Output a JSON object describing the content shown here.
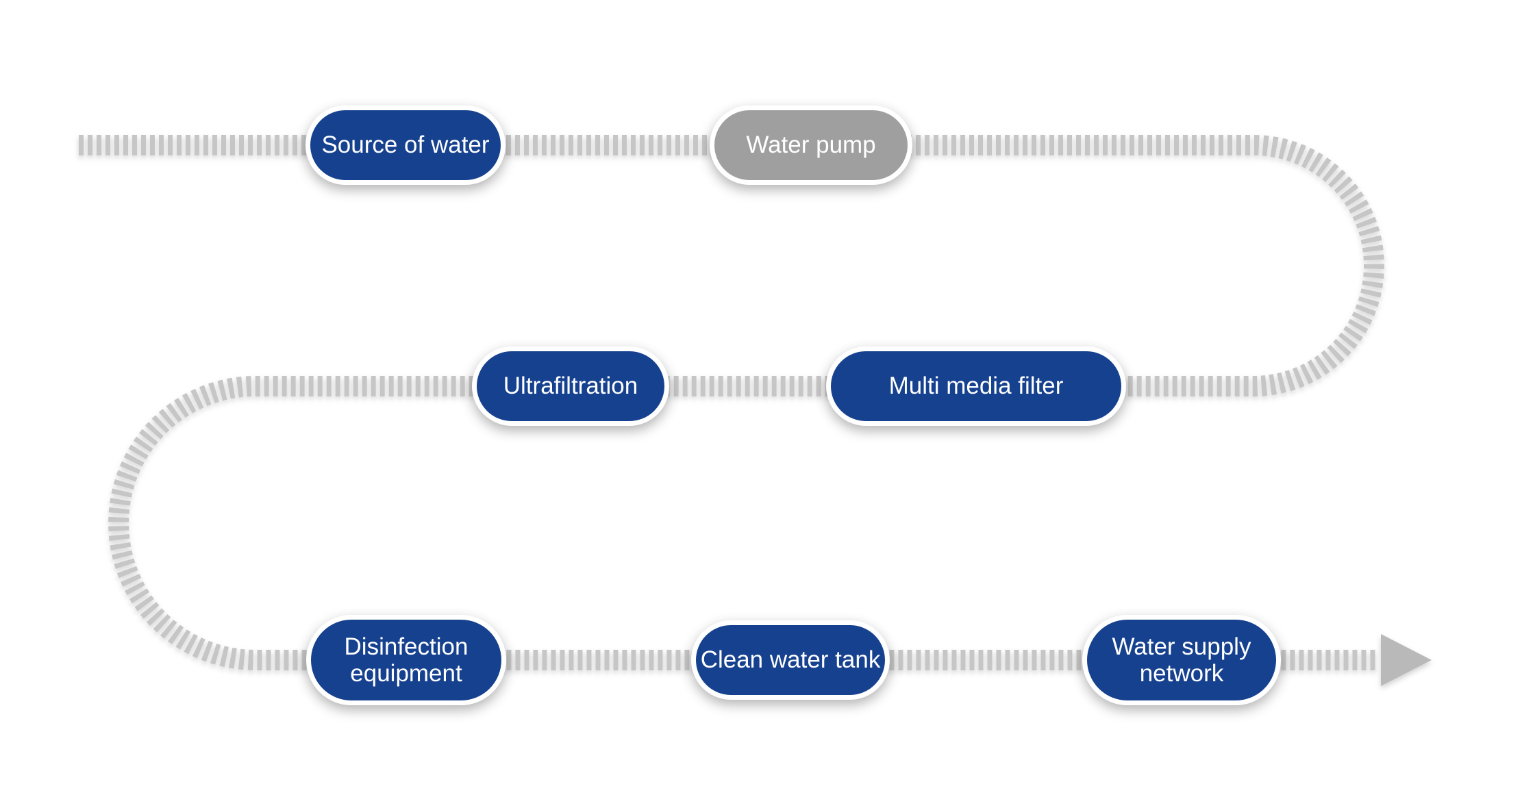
{
  "diagram": {
    "name": "water-treatment-process-flow",
    "colors": {
      "node_primary": "#16418f",
      "node_inactive": "#9f9f9f",
      "node_border": "#ffffff",
      "path": "#c6c6c6",
      "arrow": "#b9b9b9",
      "text": "#ffffff",
      "background": "#ffffff"
    },
    "path_style": "striped-dashed-ribbon",
    "arrow": "right-arrowhead",
    "nodes": [
      {
        "label": "Source of water",
        "variant": "primary"
      },
      {
        "label": "Water pump",
        "variant": "gray"
      },
      {
        "label": "Multi media filter",
        "variant": "primary"
      },
      {
        "label": "Ultrafiltration",
        "variant": "primary"
      },
      {
        "label": "Disinfection equipment",
        "variant": "primary"
      },
      {
        "label": "Clean water tank",
        "variant": "primary"
      },
      {
        "label": "Water supply network",
        "variant": "primary"
      }
    ]
  }
}
